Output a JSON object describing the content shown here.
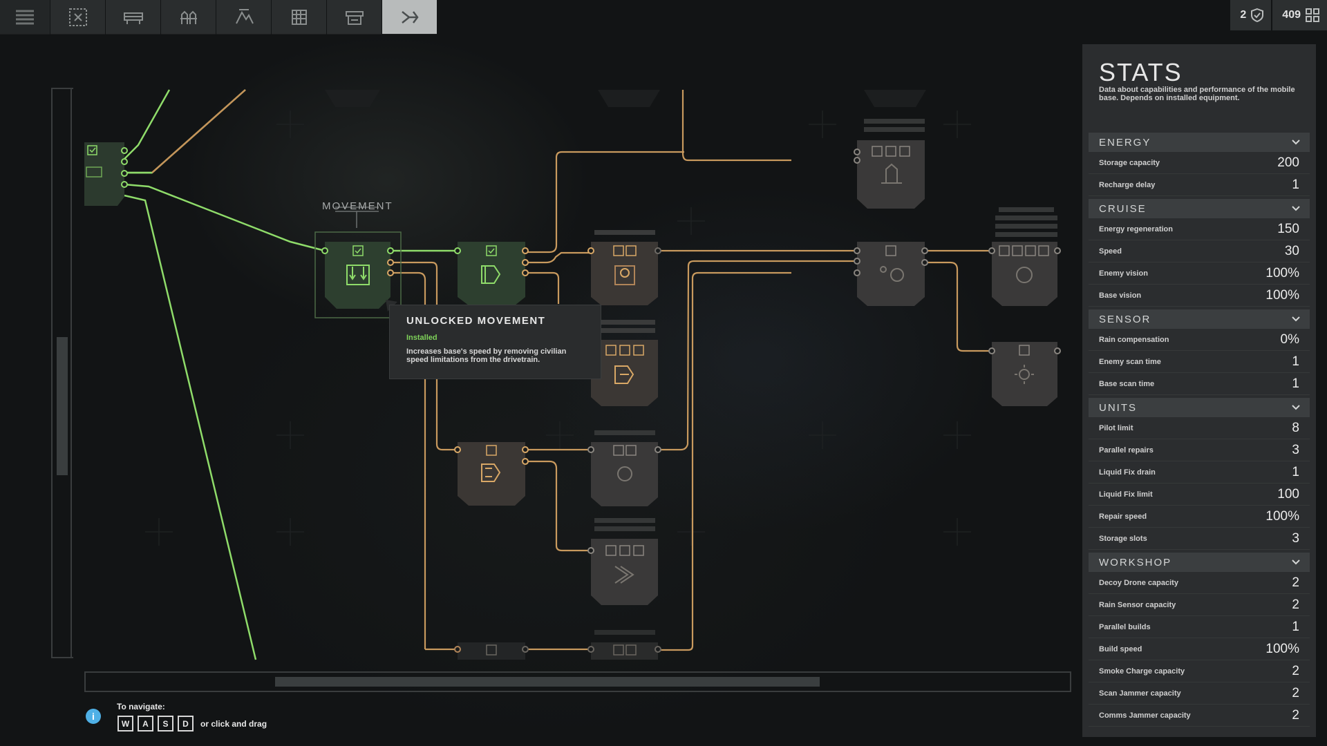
{
  "toolbar": {
    "buttons": [
      {
        "name": "menu-icon"
      },
      {
        "name": "map-icon"
      },
      {
        "name": "vehicle-icon"
      },
      {
        "name": "units-icon"
      },
      {
        "name": "terrain-icon"
      },
      {
        "name": "grid-icon"
      },
      {
        "name": "workshop-icon"
      },
      {
        "name": "tech-tree-icon",
        "active": true
      }
    ]
  },
  "counters": {
    "shield_count": "2",
    "resource_count": "409"
  },
  "tree": {
    "movement_label": "MOVEMENT"
  },
  "tooltip": {
    "title": "UNLOCKED MOVEMENT",
    "status": "Installed",
    "description": "Increases base's speed by removing civilian speed limitations from the drivetrain."
  },
  "stats": {
    "title": "STATS",
    "subtitle": "Data about capabilities and performance of the mobile base. Depends on installed equipment.",
    "sections": [
      {
        "name": "ENERGY",
        "rows": [
          {
            "label": "Storage capacity",
            "value": "200"
          },
          {
            "label": "Recharge delay",
            "value": "1"
          }
        ]
      },
      {
        "name": "CRUISE",
        "rows": [
          {
            "label": "Energy regeneration",
            "value": "150"
          },
          {
            "label": "Speed",
            "value": "30"
          },
          {
            "label": "Enemy vision",
            "value": "100%"
          },
          {
            "label": "Base vision",
            "value": "100%"
          }
        ]
      },
      {
        "name": "SENSOR",
        "rows": [
          {
            "label": "Rain compensation",
            "value": "0%"
          },
          {
            "label": "Enemy scan time",
            "value": "1"
          },
          {
            "label": "Base scan time",
            "value": "1"
          }
        ]
      },
      {
        "name": "UNITS",
        "rows": [
          {
            "label": "Pilot limit",
            "value": "8"
          },
          {
            "label": "Parallel repairs",
            "value": "3"
          },
          {
            "label": "Liquid Fix drain",
            "value": "1"
          },
          {
            "label": "Liquid Fix limit",
            "value": "100"
          },
          {
            "label": "Repair speed",
            "value": "100%"
          },
          {
            "label": "Storage slots",
            "value": "3"
          }
        ]
      },
      {
        "name": "WORKSHOP",
        "rows": [
          {
            "label": "Decoy Drone capacity",
            "value": "2"
          },
          {
            "label": "Rain Sensor capacity",
            "value": "2"
          },
          {
            "label": "Parallel builds",
            "value": "1"
          },
          {
            "label": "Build speed",
            "value": "100%"
          },
          {
            "label": "Smoke Charge capacity",
            "value": "2"
          },
          {
            "label": "Scan Jammer capacity",
            "value": "2"
          },
          {
            "label": "Comms Jammer capacity",
            "value": "2"
          }
        ]
      }
    ]
  },
  "navigation": {
    "title": "To navigate:",
    "keys": [
      "W",
      "A",
      "S",
      "D"
    ],
    "suffix": "or click and drag"
  },
  "colors": {
    "installed": "#7fd35a",
    "available": "#d9a866",
    "locked": "#4a4c4c",
    "accent_info": "#4fb0e6"
  }
}
